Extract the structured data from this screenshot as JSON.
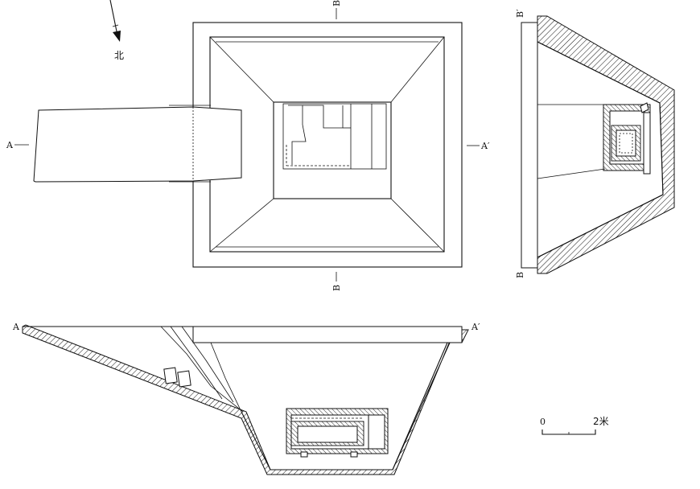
{
  "north": {
    "label": "北"
  },
  "plan": {
    "label_a": "A",
    "label_a_prime": "A′",
    "label_b": "B",
    "label_b_prime": "B"
  },
  "cross_section": {
    "label_b_prime": "B′",
    "label_b": "B"
  },
  "long_section": {
    "label_a": "A",
    "label_a_prime": "A′"
  },
  "scale_bar": {
    "start": "0",
    "end": "2米"
  }
}
